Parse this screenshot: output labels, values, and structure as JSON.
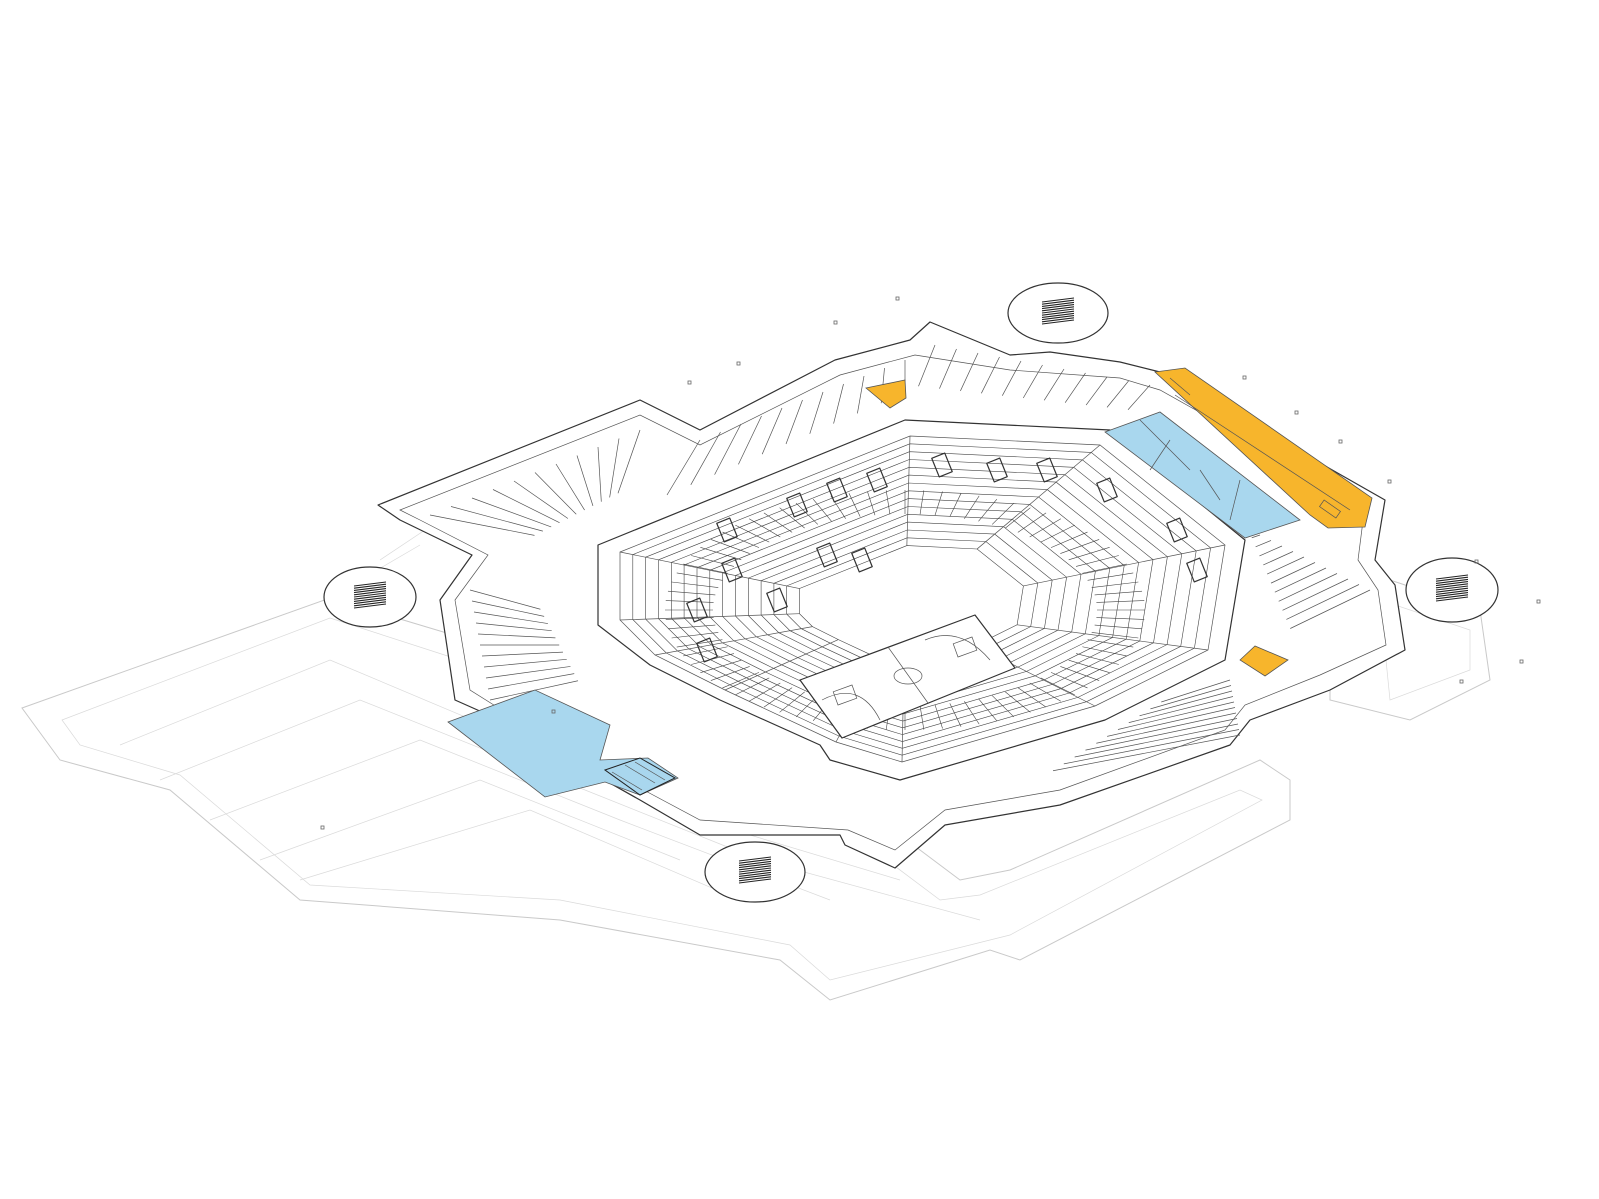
{
  "diagram": {
    "kind": "isometric arena floor plan",
    "colors": {
      "background": "#ffffff",
      "linework": "#333333",
      "ghost_lower_level": "#c9c9c9",
      "highlight_blue": "#a9d7ee",
      "highlight_orange": "#f7b52c",
      "court": "#ffffff"
    },
    "zones": [
      {
        "id": "blue-zone-northeast",
        "color": "blue"
      },
      {
        "id": "blue-zone-southwest",
        "color": "blue"
      },
      {
        "id": "orange-zone-north-corner",
        "color": "orange"
      },
      {
        "id": "orange-zone-northeast-strip",
        "color": "orange"
      },
      {
        "id": "orange-zone-east-corner",
        "color": "orange"
      }
    ],
    "stair_pods": [
      "west",
      "north",
      "east",
      "south"
    ],
    "icons": [
      "basketball-court-icon",
      "stair-pod-icon"
    ]
  }
}
